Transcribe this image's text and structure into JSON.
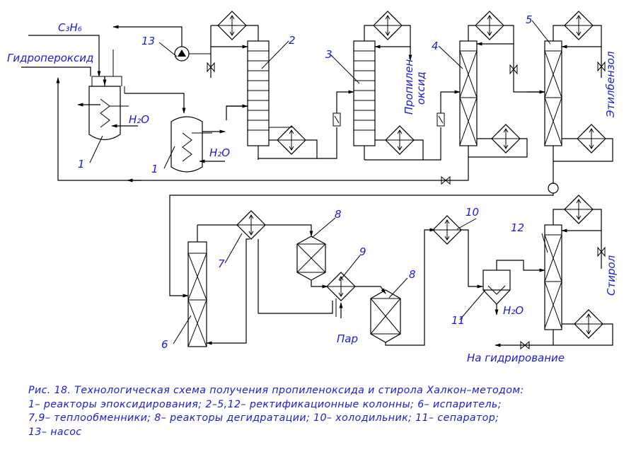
{
  "inputs": {
    "propene": "C₃H₆",
    "hydroperoxide": "Гидропероксид",
    "water_1": "H₂O",
    "water_2": "H₂O",
    "water_11": "H₂O",
    "steam": "Пар"
  },
  "outputs": {
    "propylene_oxide": "Пропилен-",
    "propylene_oxide_2": "оксид",
    "ethylbenzene": "Этилбензол",
    "styrene": "Стирол",
    "to_hydrogenation": "На гидрирование"
  },
  "numbers": {
    "n1a": "1",
    "n1b": "1",
    "n2": "2",
    "n3": "3",
    "n4": "4",
    "n5": "5",
    "n6": "6",
    "n7": "7",
    "n8a": "8",
    "n8b": "8",
    "n9": "9",
    "n10": "10",
    "n11": "11",
    "n12": "12",
    "n13": "13"
  },
  "caption": {
    "line1": "Рис. 18.  Технологическая схема получения пропиленоксида и стирола Халкон–методом:",
    "line2": "1– реакторы эпоксидирования; 2–5,12– ректификационные колонны; 6– испаритель;",
    "line3": "7,9– теплообменники; 8– реакторы дегидратации; 10– холодильник; 11– сепаратор;",
    "line4": "13– насос"
  }
}
